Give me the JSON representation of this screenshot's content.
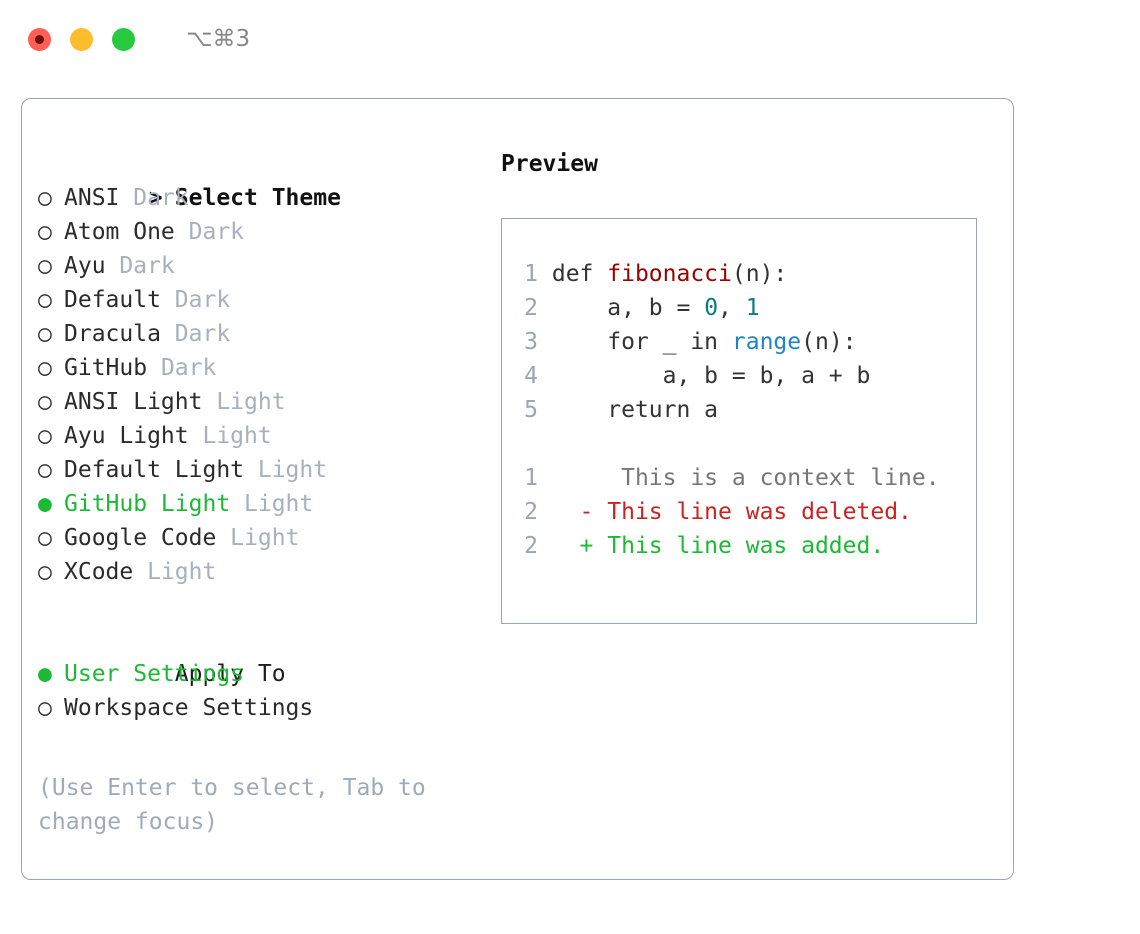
{
  "titlebar": {
    "shortcut": "⌥⌘3",
    "lights": [
      {
        "name": "close",
        "color": "#ff5f56"
      },
      {
        "name": "minimize",
        "color": "#ffbd2e"
      },
      {
        "name": "maximize",
        "color": "#27c93f"
      }
    ]
  },
  "left": {
    "header": {
      "marker": ">",
      "label": "Select Theme"
    },
    "themes": [
      {
        "marker": "○",
        "name": "ANSI",
        "category": "Dark",
        "selected": false
      },
      {
        "marker": "○",
        "name": "Atom One",
        "category": "Dark",
        "selected": false
      },
      {
        "marker": "○",
        "name": "Ayu",
        "category": "Dark",
        "selected": false
      },
      {
        "marker": "○",
        "name": "Default",
        "category": "Dark",
        "selected": false
      },
      {
        "marker": "○",
        "name": "Dracula",
        "category": "Dark",
        "selected": false
      },
      {
        "marker": "○",
        "name": "GitHub",
        "category": "Dark",
        "selected": false
      },
      {
        "marker": "○",
        "name": "ANSI Light",
        "category": "Light",
        "selected": false
      },
      {
        "marker": "○",
        "name": "Ayu Light",
        "category": "Light",
        "selected": false
      },
      {
        "marker": "○",
        "name": "Default Light",
        "category": "Light",
        "selected": false
      },
      {
        "marker": "●",
        "name": "GitHub Light",
        "category": "Light",
        "selected": true
      },
      {
        "marker": "○",
        "name": "Google Code",
        "category": "Light",
        "selected": false
      },
      {
        "marker": "○",
        "name": "XCode",
        "category": "Light",
        "selected": false
      }
    ],
    "apply_to": {
      "label": "Apply To",
      "options": [
        {
          "marker": "●",
          "name": "User Settings",
          "selected": true
        },
        {
          "marker": "○",
          "name": "Workspace Settings",
          "selected": false
        }
      ]
    },
    "hint": "(Use Enter to select, Tab to change focus)"
  },
  "right": {
    "title": "Preview",
    "code_lines": [
      {
        "no": "1",
        "segments": [
          {
            "text": "def ",
            "kind": "plain"
          },
          {
            "text": "fibonacci",
            "kind": "fn"
          },
          {
            "text": "(n):",
            "kind": "plain"
          }
        ]
      },
      {
        "no": "2",
        "segments": [
          {
            "text": "    a, b = ",
            "kind": "plain"
          },
          {
            "text": "0",
            "kind": "num"
          },
          {
            "text": ", ",
            "kind": "plain"
          },
          {
            "text": "1",
            "kind": "num"
          }
        ]
      },
      {
        "no": "3",
        "segments": [
          {
            "text": "    for _ in ",
            "kind": "plain"
          },
          {
            "text": "range",
            "kind": "call"
          },
          {
            "text": "(n):",
            "kind": "plain"
          }
        ]
      },
      {
        "no": "4",
        "segments": [
          {
            "text": "        a, b = b, a + b",
            "kind": "plain"
          }
        ]
      },
      {
        "no": "5",
        "segments": [
          {
            "text": "    return a",
            "kind": "plain"
          }
        ]
      }
    ],
    "diff_lines": [
      {
        "no": "1",
        "sign": " ",
        "text": "  This is a context line.",
        "kind": "ctx"
      },
      {
        "no": "2",
        "sign": "-",
        "text": " This line was deleted.",
        "kind": "del"
      },
      {
        "no": "2",
        "sign": "+",
        "text": " This line was added.",
        "kind": "add"
      }
    ]
  },
  "colors": {
    "accent_green": "#1bb934",
    "muted": "#a8b0bd",
    "border": "#9aa5b4",
    "fn_red": "#990000",
    "num_teal": "#0a7c80",
    "call_blue": "#1c84c6",
    "diff_del": "#cc2222",
    "diff_add": "#1bb934"
  }
}
